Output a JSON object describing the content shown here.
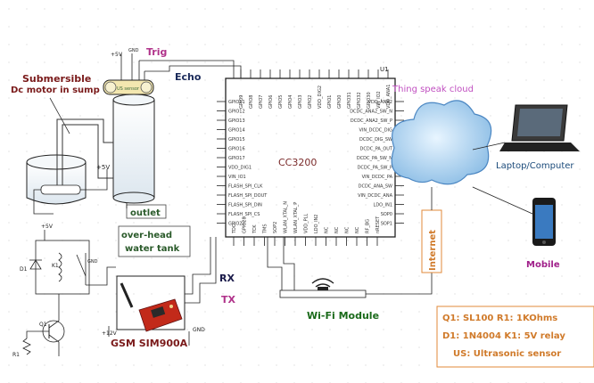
{
  "labels": {
    "submersible_1": "Submersible",
    "submersible_2": "Dc motor in sump",
    "trig": "Trig",
    "echo": "Echo",
    "plus5v_top": "+5V",
    "gnd_top": "GND",
    "ultrasonic": "US sensor",
    "plus5v_mid": "+5V",
    "outlet": "outlet",
    "overhead_1": "over-head",
    "overhead_2": "water tank",
    "chip": "CC3200",
    "u1": "U1",
    "cloud": "Thing speak cloud",
    "laptop": "Laptop/Computer",
    "mobile": "Mobile",
    "internet": "Internet",
    "wifi": "Wi-Fi Module",
    "rx": "RX",
    "tx": "TX",
    "gsm": "GSM SIM900A",
    "plus12v": "+12V",
    "gnd_gsm": "GND",
    "plus5v_relay": "+5V",
    "d1": "D1",
    "k1": "K1",
    "q1": "Q1",
    "r1": "R1"
  },
  "legend": {
    "line1": "Q1: SL100   R1: 1KOhms",
    "line2": "D1: 1N4004  K1: 5V relay",
    "line3": "US: Ultrasonic sensor"
  },
  "pins_left": [
    "GPIO11",
    "GPIO12",
    "GPIO13",
    "GPIO14",
    "GPIO15",
    "GPIO16",
    "GPIO17",
    "VDD_DIG1",
    "VIN_IO1",
    "FLASH_SPI_CLK",
    "FLASH_SPI_DOUT",
    "FLASH_SPI_DIN",
    "FLASH_SPI_CS",
    "GPIO22"
  ],
  "pins_right": [
    "VDD_ANA2",
    "DCDC_ANA2_SW_N",
    "DCDC_ANA2_SW_P",
    "VIN_DCDC_DIG",
    "DCDC_DIG_SW",
    "DCDC_PA_OUT",
    "DCDC_PA_SW_N",
    "DCDC_PA_SW_P",
    "VIN_DCDC_PA",
    "DCDC_ANA_SW",
    "VIN_DCDC_ANA",
    "LDO_IN1",
    "SOP0",
    "SOP1"
  ],
  "pins_top": [
    "GPIO9",
    "GPIO8",
    "GPIO7",
    "GPIO6",
    "GPIO5",
    "GPIO4",
    "GPIO3",
    "GPIO2",
    "VDD_DIG2",
    "GPIO1",
    "GPIO0",
    "GPIO31",
    "GPIO32",
    "GPIO30",
    "VIN_IO2",
    "VDD_ANA1"
  ],
  "pins_bottom": [
    "TDO",
    "GPIO28",
    "TCK",
    "TMS",
    "SOP2",
    "WLAN_XTAL_N",
    "WLAN_XTAL_P",
    "VDD_PLL",
    "LDO_IN2",
    "NC",
    "NC",
    "NC",
    "NC",
    "RF_BG",
    "nRESET"
  ]
}
